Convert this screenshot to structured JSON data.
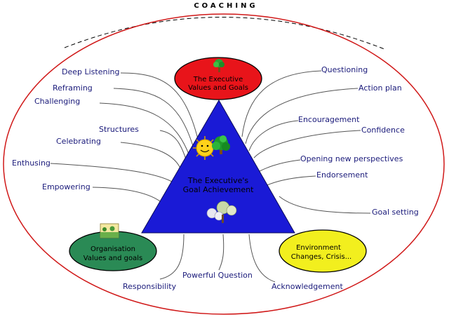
{
  "title": "COACHING",
  "center": {
    "line1": "The Executive's",
    "line2": "Goal Achievement"
  },
  "nodes": {
    "top": {
      "line1": "The Executive",
      "line2": "Values and Goals",
      "color": "#e8141a"
    },
    "bottom_left": {
      "line1": "Organisation",
      "line2": "Values and goals",
      "color": "#2a8a55"
    },
    "bottom_right": {
      "line1": "Environment",
      "line2": "Changes, Crisis...",
      "color": "#f2ef1e"
    }
  },
  "triangle_color": "#1a1ad6",
  "skills_left": [
    "Deep Listening",
    "Reframing",
    "Challenging",
    "Structures",
    "Celebrating",
    "Enthusing",
    "Empowering"
  ],
  "skills_right": [
    "Questioning",
    "Action plan",
    "Encouragement",
    "Confidence",
    "Opening new perspectives",
    "Endorsement",
    "Goal setting"
  ],
  "skills_bottom": [
    "Responsibility",
    "Powerful Question",
    "Acknowledgement"
  ]
}
